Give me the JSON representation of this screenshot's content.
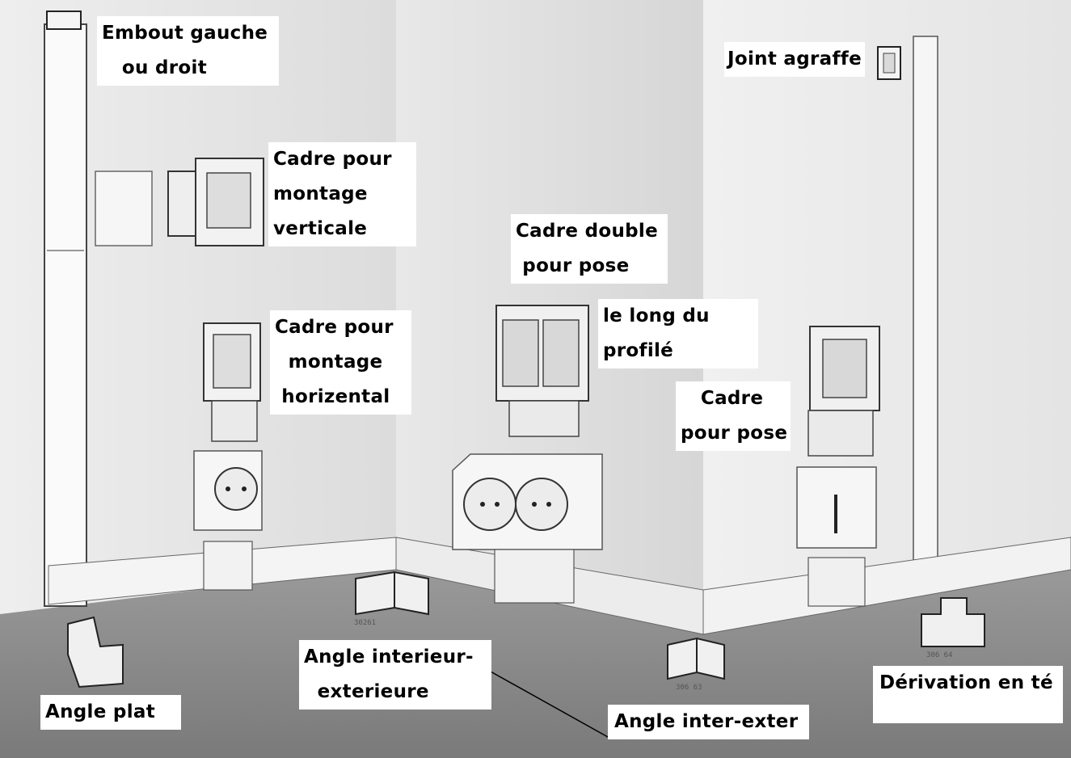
{
  "labels": {
    "embout": "Embout gauche\n   ou droit",
    "joint": "Joint agraffe",
    "cadre_vertical": "Cadre pour\nmontage\nverticale",
    "cadre_double_a": "Cadre double\n pour pose",
    "cadre_double_b": "le long du\nprofilé",
    "cadre_horizontal": "Cadre pour\n  montage\n horizental",
    "cadre_pose": "   Cadre\npour pose",
    "angle_interieur": "Angle interieur-\n  exterieure",
    "angle_plat": "Angle plat",
    "angle_inter_exter": "Angle inter-exter",
    "derivation": "Dérivation en té"
  },
  "part_codes": {
    "angle_interieur": "30261",
    "angle_inter_exter": "306 63",
    "derivation": "306 64"
  },
  "colors": {
    "wall": "#e7e7e7",
    "wall_shade": "#d3d3d3",
    "floor": "#8a8a8a",
    "label_bg": "#ffffff",
    "text": "#000000"
  }
}
